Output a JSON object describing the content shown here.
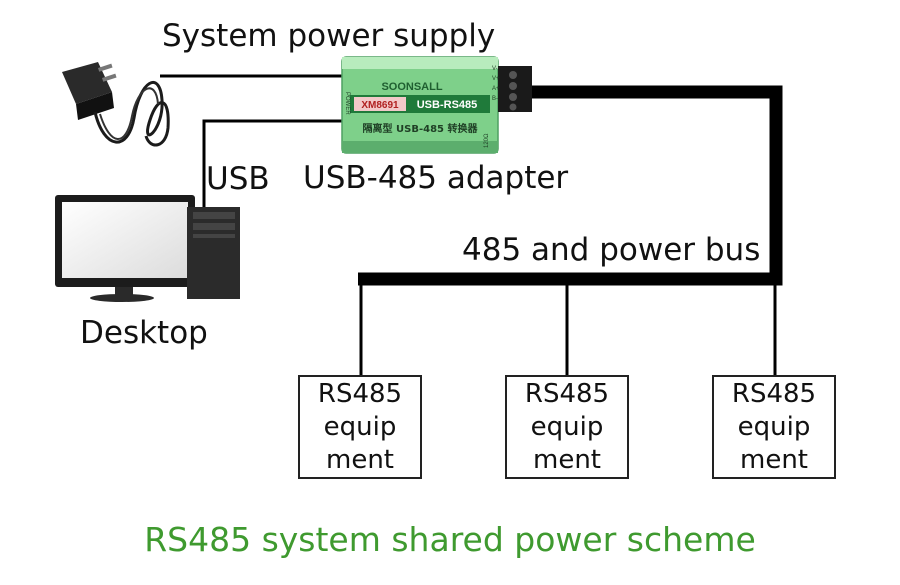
{
  "labels": {
    "power_supply": "System power supply",
    "usb": "USB",
    "adapter": "USB-485 adapter",
    "desktop": "Desktop",
    "bus": "485 and power bus"
  },
  "adapter_device": {
    "brand": "SOONSALL",
    "model": "XM8691",
    "product": "USB-RS485",
    "chinese_label": "隔离型 USB-485 转换器",
    "terminal_labels": [
      "V-",
      "V+",
      "A+",
      "B-"
    ],
    "side_label": "POWER",
    "bottom_label": "120Ω"
  },
  "devices": [
    {
      "line1": "RS485",
      "line2": "equip",
      "line3": "ment"
    },
    {
      "line1": "RS485",
      "line2": "equip",
      "line3": "ment"
    },
    {
      "line1": "RS485",
      "line2": "equip",
      "line3": "ment"
    }
  ],
  "caption": "RS485 system shared power scheme",
  "colors": {
    "caption": "#3f9a2f",
    "adapter_body": "#7ed08a",
    "adapter_label": "#1f7a3a",
    "bus": "#000000"
  }
}
